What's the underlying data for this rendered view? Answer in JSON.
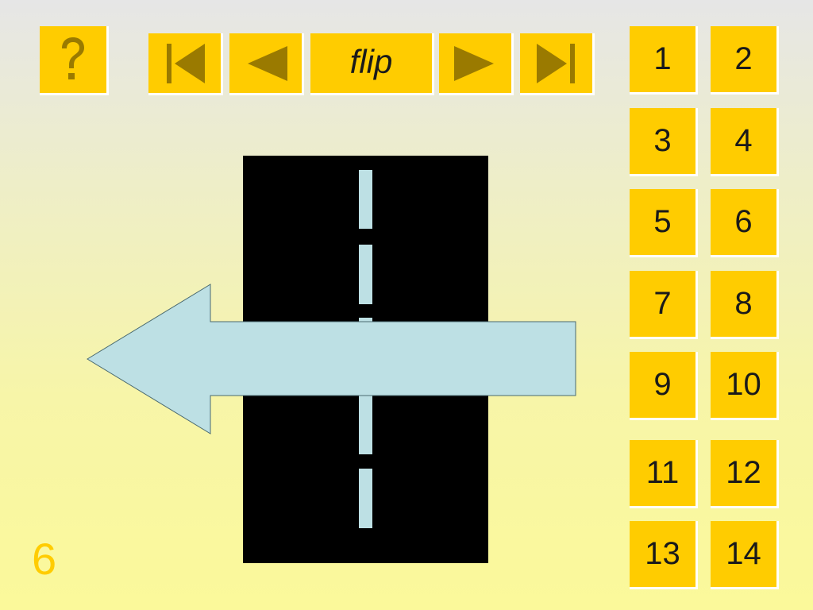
{
  "toolbar": {
    "help_icon": "question-mark-icon",
    "first_icon": "skip-to-first-icon",
    "prev_icon": "previous-triangle-icon",
    "flip_label": "flip",
    "next_icon": "next-triangle-icon",
    "last_icon": "skip-to-last-icon"
  },
  "pages": [
    "1",
    "2",
    "3",
    "4",
    "5",
    "6",
    "7",
    "8",
    "9",
    "10",
    "11",
    "12",
    "13",
    "14"
  ],
  "current_slide": "6",
  "colors": {
    "button": "#ffcc00",
    "icon": "#9a7a00",
    "road": "#000000",
    "lane_marking": "#bde0e4",
    "arrow": "#bde0e4",
    "slide_number": "#ffcc00"
  },
  "scene": {
    "road_icon": "road-icon",
    "arrow_icon": "left-arrow-icon"
  }
}
